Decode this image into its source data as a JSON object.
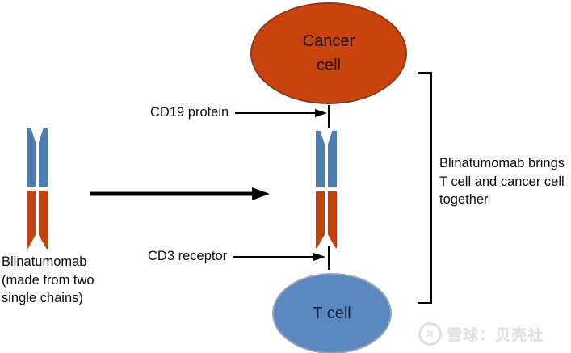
{
  "diagram_title": "Blinatumomab brings T cell and cancer cell together",
  "cells": {
    "cancer": {
      "label_line1": "Cancer",
      "label_line2": "cell",
      "fill": "#C8430E",
      "border": "#8E3A18"
    },
    "t": {
      "label": "T cell",
      "fill": "#5C88C1",
      "border": "#99A5B1"
    }
  },
  "molecule": {
    "chain_blue": "#4D7CB3",
    "chain_red": "#C1420A"
  },
  "labels": {
    "cd19": "CD19 protein",
    "cd3": "CD3 receptor",
    "blinatumomab_caption": {
      "line1": "Blinatumomab",
      "line2": "(made from two",
      "line3": "single chains)"
    },
    "bracket_caption": {
      "line1": "Blinatumomab brings",
      "line2": "T cell and cancer cell",
      "line3": "together"
    }
  },
  "watermark": {
    "logo_glyph": "✕",
    "text": "雪球：贝壳社",
    "color": "#dfdfdd"
  }
}
